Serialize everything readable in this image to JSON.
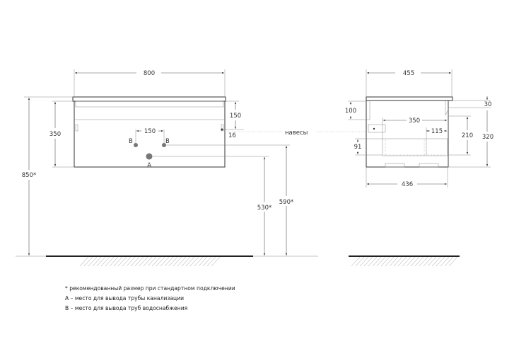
{
  "front_view": {
    "width_label": "800",
    "total_height_label": "850*",
    "cabinet_height_label": "350",
    "hinge_offset_label": "150",
    "hinge_side_label": "16",
    "supply_spacing_label": "150",
    "supply_label_left": "B",
    "supply_label_right": "B",
    "drain_label": "A",
    "supply_height_label": "590*",
    "drain_height_label": "530*",
    "hinges_label": "навесы"
  },
  "side_view": {
    "depth_label": "455",
    "inner_depth_label": "436",
    "top_offset_label": "100",
    "countertop_label": "30",
    "height_label": "320",
    "drawer_height_label": "210",
    "drawer_bottom_label": "91",
    "drawer_depth_label": "350",
    "back_gap_label": "115"
  },
  "notes": [
    "* рекомендованный размер при стандартном подключении",
    "А – место для вывода трубы канализации",
    "В – место для вывода труб водоснабжения"
  ],
  "colors": {
    "line": "#555555",
    "outline": "#333333",
    "pipe": "#777777"
  }
}
